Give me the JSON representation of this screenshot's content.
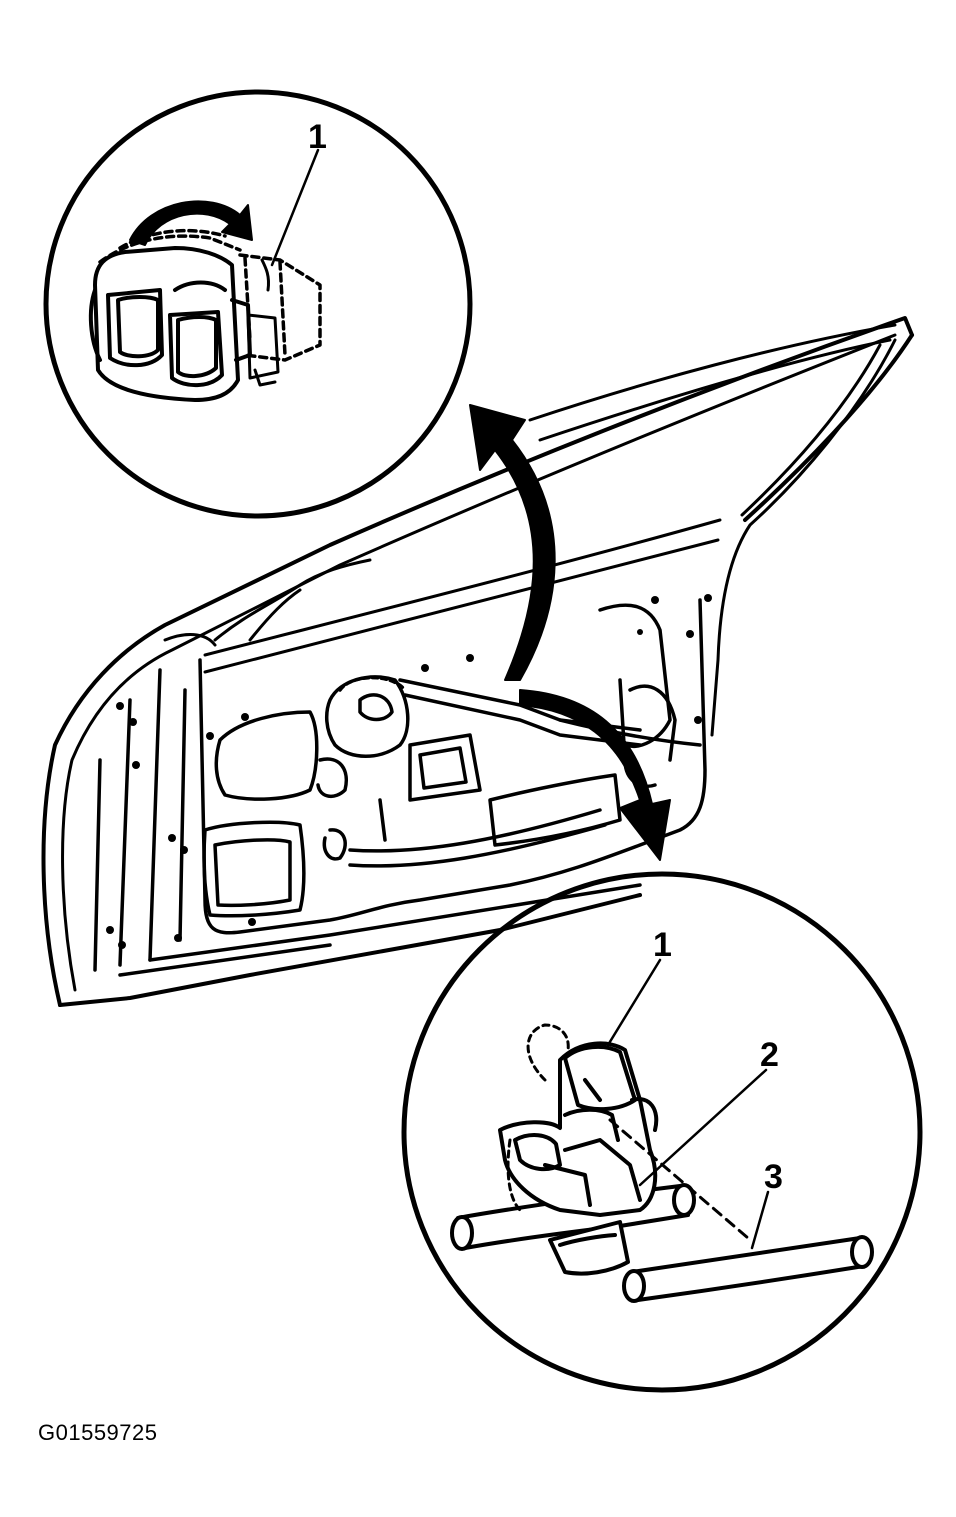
{
  "figure": {
    "id": "G01559725"
  },
  "callouts": {
    "upper_inset": [
      "1"
    ],
    "lower_inset": [
      "1",
      "2",
      "3"
    ]
  },
  "colors": {
    "ink": "#000000",
    "paper": "#ffffff"
  }
}
